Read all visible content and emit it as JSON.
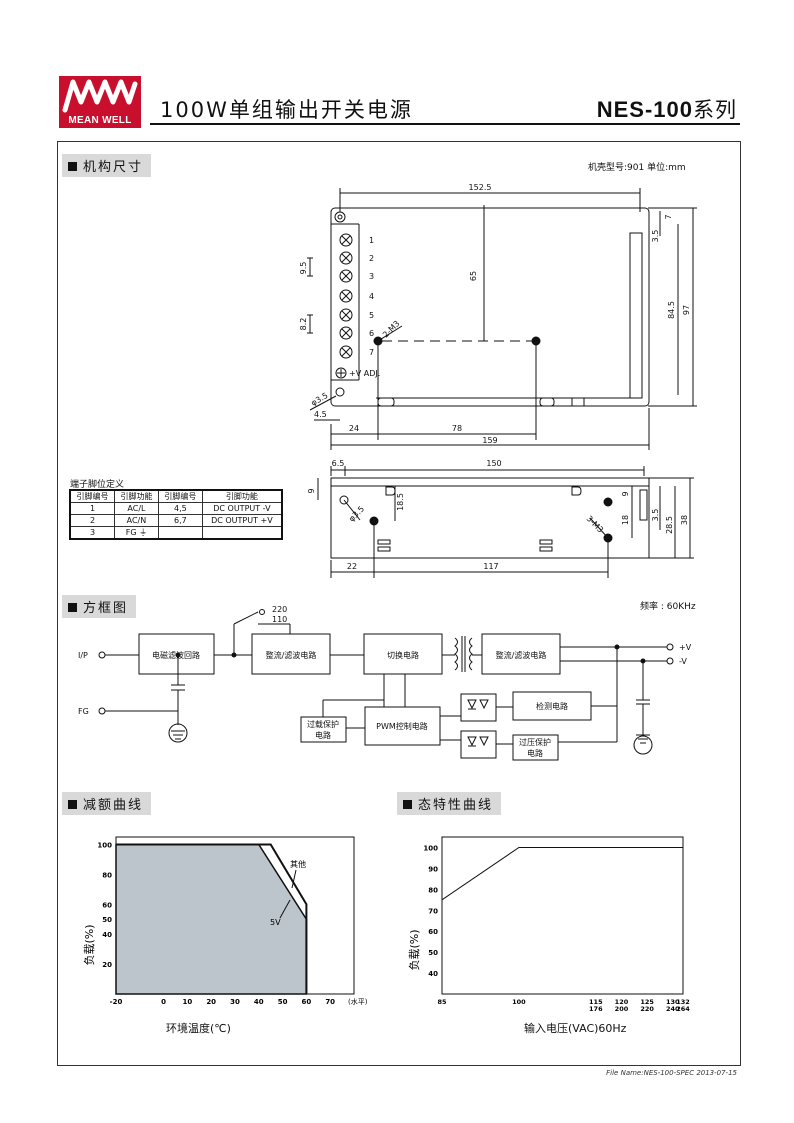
{
  "header": {
    "brand": "MEAN WELL",
    "doc_title": "100W单组输出开关电源",
    "series_model": "NES-100",
    "series_suffix": "系列"
  },
  "mechanical": {
    "section_title": "机构尺寸",
    "case_info": "机壳型号:901   单位:mm",
    "top_dims": {
      "width": "152.5",
      "depth": "65",
      "right_h": "84.5",
      "total_h": "97",
      "top_off": "7",
      "top_off2": "3.5",
      "pitch1": "9.5",
      "pitch2": "8.2",
      "hole": "φ3.5",
      "left_off": "4.5",
      "screw_label": "2-M3",
      "bottom_a": "24",
      "bottom_b": "78",
      "bottom_total": "159",
      "vadj": "+V ADJ.",
      "pins": [
        "1",
        "2",
        "3",
        "4",
        "5",
        "6",
        "7"
      ]
    },
    "side_dims": {
      "left_off": "6.5",
      "length": "150",
      "h_top": "9",
      "hole": "φ3.5",
      "mid_h": "18.5",
      "screw_label": "3-M3",
      "r1": "9",
      "r2": "18",
      "r3": "3.5",
      "r4": "28.5",
      "r5": "38",
      "bottom_a": "22",
      "bottom_b": "117"
    }
  },
  "pin_table": {
    "title": "端子脚位定义",
    "headers": [
      "引脚编号",
      "引脚功能",
      "引脚编号",
      "引脚功能"
    ],
    "rows": [
      [
        "1",
        "AC/L",
        "4,5",
        "DC OUTPUT -V"
      ],
      [
        "2",
        "AC/N",
        "6,7",
        "DC OUTPUT +V"
      ],
      [
        "3",
        "FG ⏚",
        "",
        ""
      ]
    ]
  },
  "block": {
    "section_title": "方框图",
    "freq": "频率 : 60KHz",
    "ip": "I/P",
    "fg": "FG",
    "v220": "220",
    "v110": "110",
    "emi": "电磁滤波回路",
    "rect1": "整流/滤波电路",
    "switch": "切换电路",
    "rect2": "整流/滤波电路",
    "pwm": "PWM控制电路",
    "olp1": "过载保护",
    "olp2": "电路",
    "detect": "检测电路",
    "ovp1": "过压保护",
    "ovp2": "电路",
    "vplus": "+V",
    "vminus": "-V"
  },
  "derating": {
    "section_title": "减额曲线",
    "ylabel": "负载(%)",
    "xlabel": "环境温度(℃)",
    "x_unit": "(水平)",
    "label_other": "其他",
    "label_5v": "5V"
  },
  "static": {
    "section_title": "态特性曲线",
    "ylabel": "负载(%)",
    "xlabel": "输入电压(VAC)60Hz"
  },
  "chart_data": [
    {
      "type": "area",
      "title": "减额曲线",
      "xlabel": "环境温度(℃)",
      "ylabel": "负载(%)",
      "x_ticks": [
        -20,
        0,
        10,
        20,
        30,
        40,
        50,
        60,
        70
      ],
      "y_ticks": [
        20,
        40,
        50,
        60,
        80,
        100
      ],
      "xlim": [
        -20,
        80
      ],
      "ylim": [
        0,
        105
      ],
      "series": [
        {
          "name": "其他",
          "x": [
            -20,
            45,
            60,
            60
          ],
          "y": [
            100,
            100,
            60,
            0
          ]
        },
        {
          "name": "5V",
          "x": [
            -20,
            40,
            60,
            60
          ],
          "y": [
            100,
            100,
            50,
            0
          ]
        }
      ]
    },
    {
      "type": "line",
      "title": "态特性曲线",
      "xlabel": "输入电压(VAC)60Hz",
      "ylabel": "负载(%)",
      "x_ticks": [
        "85",
        "100",
        "115\n176",
        "120\n200",
        "125\n220",
        "130\n240",
        "132\n264"
      ],
      "y_ticks": [
        40,
        50,
        60,
        70,
        80,
        90,
        100
      ],
      "xlim": [
        85,
        132
      ],
      "ylim": [
        30,
        105
      ],
      "series": [
        {
          "x": [
            85,
            100,
            132
          ],
          "y": [
            75,
            100,
            100
          ]
        }
      ]
    }
  ],
  "footer": {
    "text": "File Name:NES-100-SPEC   2013-07-15"
  }
}
